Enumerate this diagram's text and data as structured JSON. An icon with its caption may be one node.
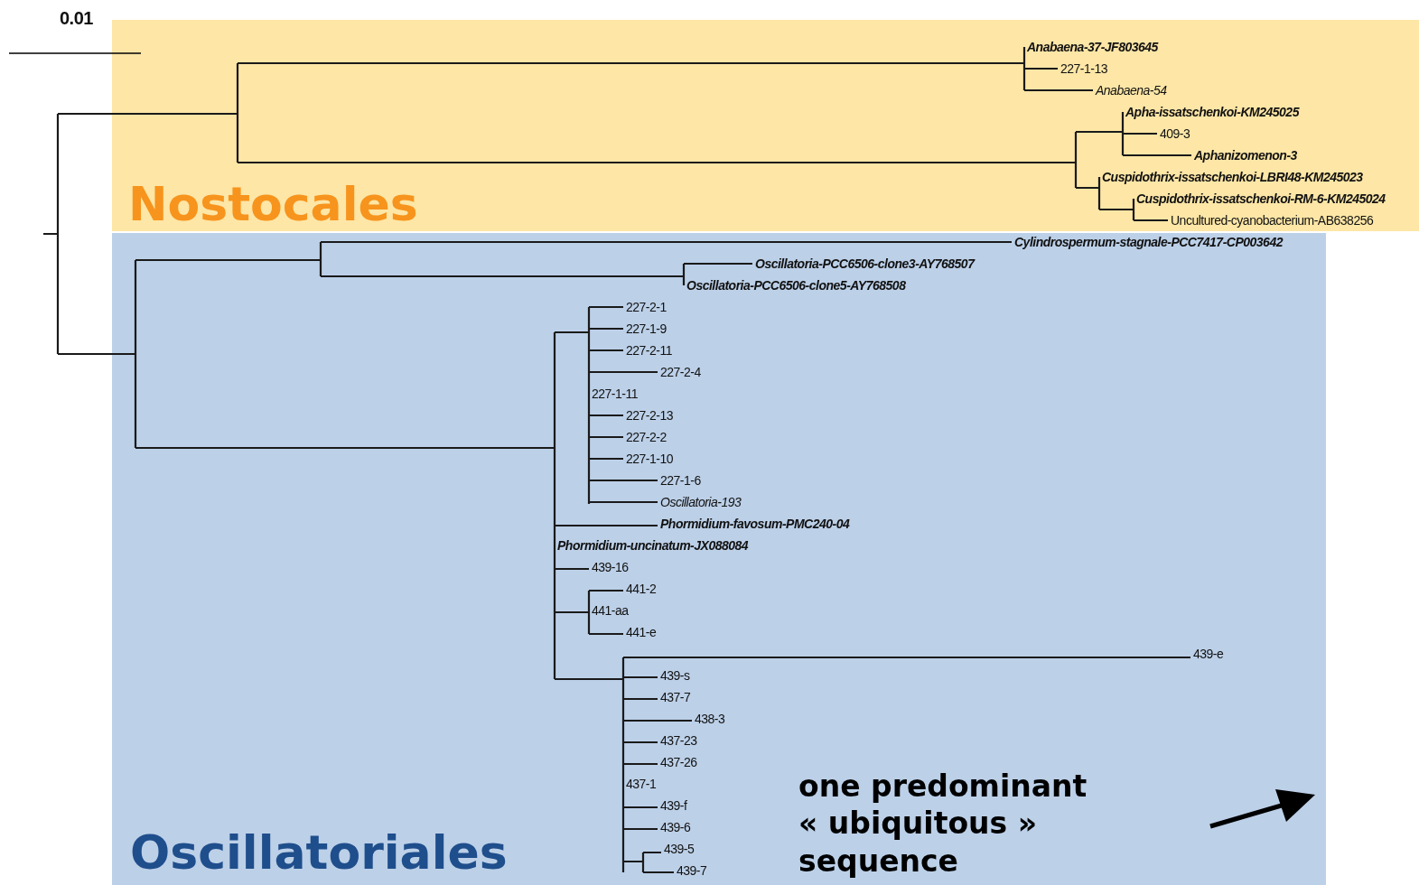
{
  "diagram": {
    "nodes": [
      {
        "text": [
          "Nostocales"
        ]
      },
      {
        "text": [
          "Oscillatoriales"
        ]
      }
    ],
    "labels": [
      "0.01",
      "Anabaena-37-JF803645",
      "227-1-13",
      "Anabaena-54",
      "Apha-issatschenkoi-KM245025",
      "409-3",
      "Aphanizomenon-3",
      "Cuspidothrix-issatschenkoi-LBRI48-KM245023",
      "Cuspidothrix-issatschenkoi-RM-6-KM245024",
      "Uncultured-cyanobacterium-AB638256",
      "Cylindrospermum-stagnale-PCC7417-CP003642",
      "Oscillatoria-PCC6506-clone3-AY768507",
      "Oscillatoria-PCC6506-clone5-AY768508",
      "227-2-1",
      "227-1-9",
      "227-2-11",
      "227-2-4",
      "227-1-11",
      "227-2-13",
      "227-2-2",
      "227-1-10",
      "227-1-6",
      "Oscillatoria-193",
      "Phormidium-favosum-PMC240-04",
      "Phormidium-uncinatum-JX088084",
      "439-16",
      "441-2",
      "441-aa",
      "441-e",
      "439-e",
      "439-s",
      "437-7",
      "438-3",
      "437-23",
      "437-26",
      "437-1",
      "439-f",
      "439-6",
      "439-5",
      "439-7",
      "one predominant « ubiquitous » sequence"
    ]
  }
}
